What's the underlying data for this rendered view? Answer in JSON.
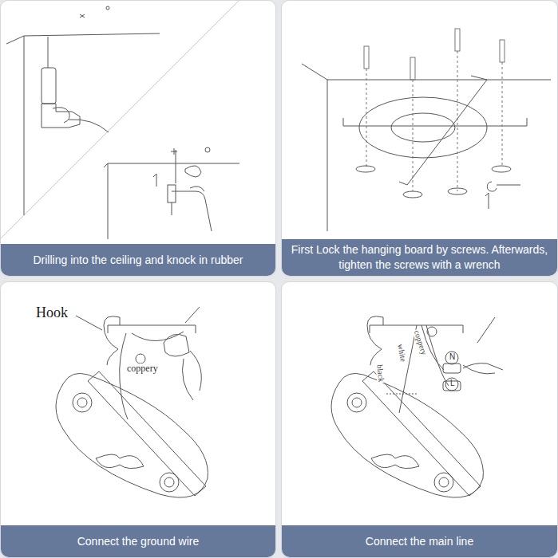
{
  "diagram": {
    "nodes": [
      {
        "text": [
          "Drilling into the ceiling and knock in rubber"
        ]
      },
      {
        "text": [
          "First Lock the hanging board by screws. Afterwards, tighten the screws with a wrench"
        ]
      },
      {
        "text": [
          "Connect the ground wire"
        ]
      },
      {
        "text": [
          "Connect the main line"
        ]
      }
    ],
    "labels": [
      "Hook",
      "coppery",
      "coppery",
      "white",
      "black",
      "N",
      "L"
    ]
  }
}
